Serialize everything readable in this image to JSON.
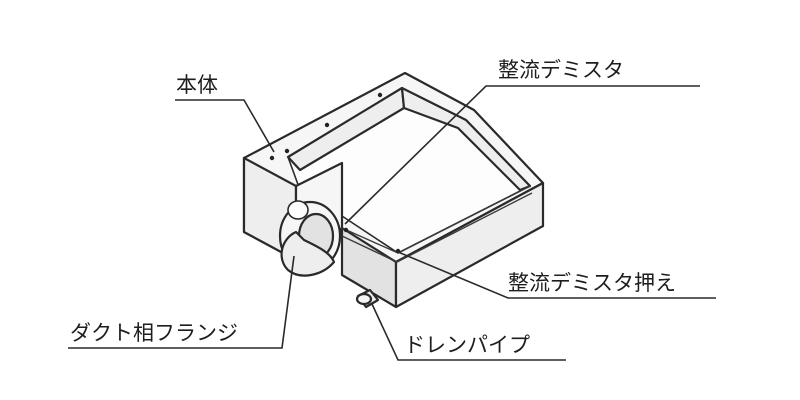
{
  "labels": {
    "body": "本体",
    "flow_demister": "整流デミスタ",
    "demister_retainer": "整流デミスタ押え",
    "duct_flange": "ダクト相フランジ",
    "drain_pipe": "ドレンパイプ"
  }
}
